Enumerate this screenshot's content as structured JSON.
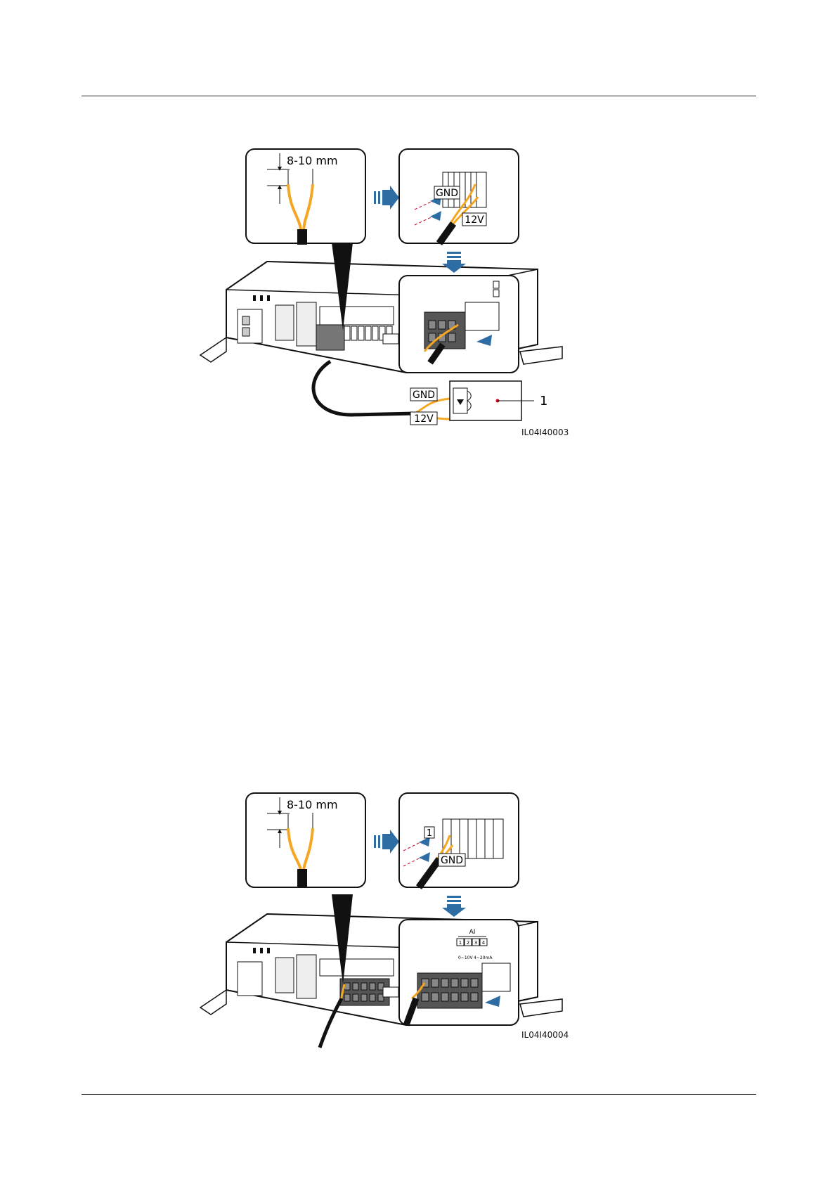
{
  "figure1": {
    "strip_length": "8-10 mm",
    "label_gnd": "GND",
    "label_12v": "12V",
    "callout": "1",
    "figure_id": "IL04I40003"
  },
  "figure2": {
    "strip_length": "8-10 mm",
    "label_1": "1",
    "label_gnd": "GND",
    "ai_header": "AI",
    "ai_pins": [
      "1",
      "2",
      "3",
      "4"
    ],
    "ai_range_a": "0~10V",
    "ai_range_b": "4~20mA",
    "figure_id": "IL04I40004"
  },
  "colors": {
    "wire": "#F5A623",
    "arrow": "#2E6DA4",
    "outline": "#111111",
    "callout_dot": "#D0021B"
  }
}
